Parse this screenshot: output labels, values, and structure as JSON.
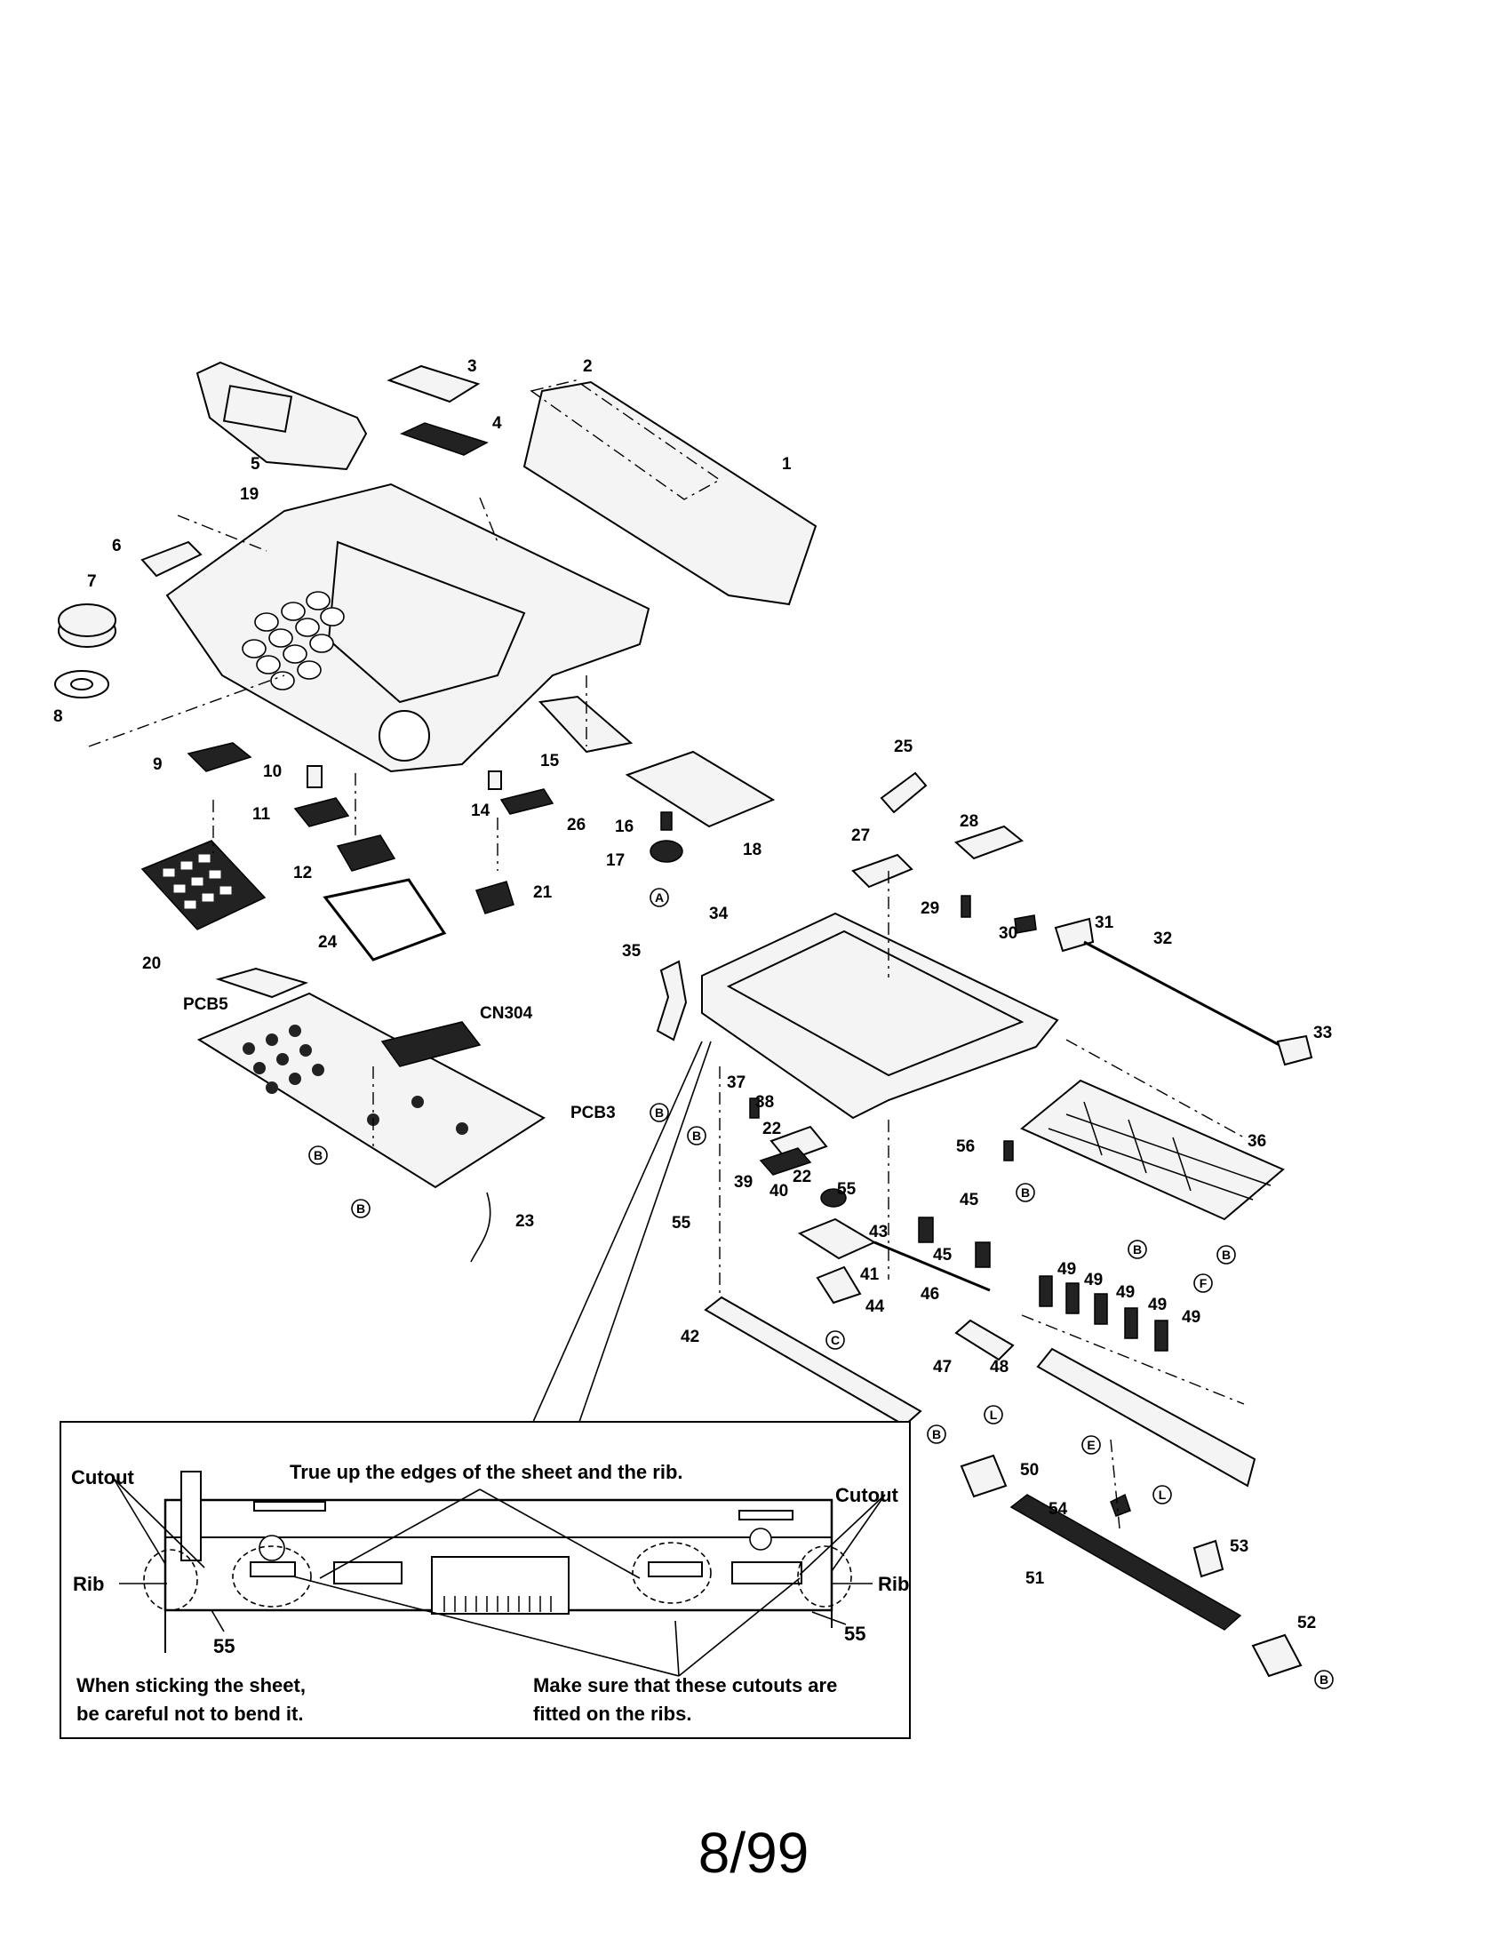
{
  "diagram": {
    "callouts": [
      "1",
      "2",
      "3",
      "4",
      "5",
      "6",
      "7",
      "8",
      "9",
      "10",
      "11",
      "12",
      "14",
      "15",
      "16",
      "17",
      "18",
      "19",
      "20",
      "21",
      "22",
      "22",
      "23",
      "24",
      "25",
      "26",
      "27",
      "28",
      "29",
      "30",
      "31",
      "32",
      "33",
      "34",
      "35",
      "36",
      "37",
      "38",
      "39",
      "40",
      "41",
      "42",
      "43",
      "44",
      "45",
      "45",
      "46",
      "47",
      "48",
      "49",
      "49",
      "49",
      "49",
      "49",
      "50",
      "51",
      "52",
      "53",
      "54",
      "55",
      "55",
      "56",
      "PCB5",
      "CN304",
      "PCB3"
    ],
    "screw_marks": [
      "A",
      "B",
      "B",
      "B",
      "B",
      "B",
      "B",
      "B",
      "B",
      "B",
      "C",
      "E",
      "F",
      "L",
      "L"
    ]
  },
  "inset": {
    "instruction_top": "True up the edges of the sheet and the rib.",
    "cutout_left": "Cutout",
    "cutout_right": "Cutout",
    "rib_left": "Rib",
    "rib_right": "Rib",
    "part_left": "55",
    "part_right": "55",
    "note_left_line1": "When sticking the sheet,",
    "note_left_line2": "be careful not to bend it.",
    "note_right_line1": "Make sure that these cutouts are",
    "note_right_line2": "fitted on the ribs."
  },
  "page_number": "8/99"
}
